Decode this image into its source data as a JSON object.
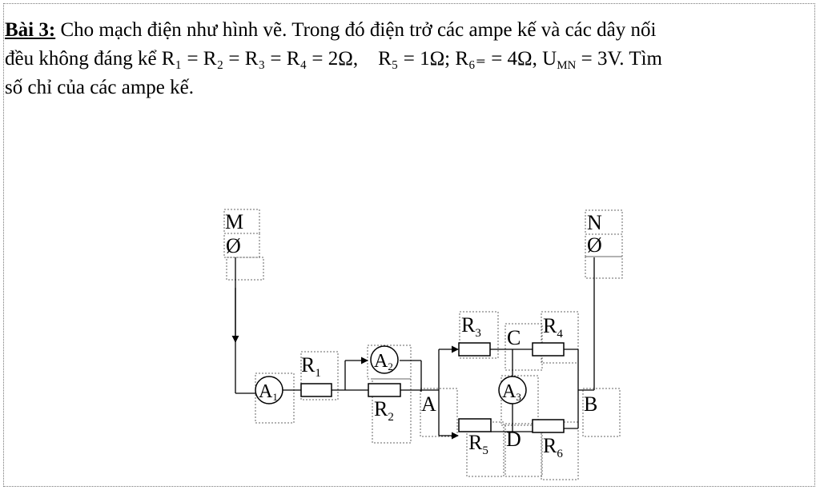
{
  "problem": {
    "title": "Bài 3:",
    "line1": " Cho mạch điện như hình vẽ. Trong đó điện trở các ampe kế và các dây nối",
    "line2_prefix": "đều không đáng kể ",
    "equal_resistors": "R₁ = R₂ = R₃ = R₄ = 2Ω,",
    "r5": "R₅ = 1Ω;",
    "r6": "R₆₌ = 4Ω,",
    "umn": "U",
    "umn_sub": "MN",
    "umn_value": " = 3V. Tìm",
    "line3": "số chỉ của các ampe kế."
  },
  "circuit": {
    "terminals": {
      "m": "M",
      "n": "N",
      "symbol": "Ø"
    },
    "nodes": {
      "a": "A",
      "b": "B",
      "c": "C",
      "d": "D"
    },
    "resistors": {
      "r1": "R",
      "r1_sub": "1",
      "r2": "R",
      "r2_sub": "2",
      "r3": "R",
      "r3_sub": "3",
      "r4": "R",
      "r4_sub": "4",
      "r5": "R",
      "r5_sub": "5",
      "r6": "R",
      "r6_sub": "6"
    },
    "ammeters": {
      "a1": "A",
      "a1_sub": "1",
      "a2": "A",
      "a2_sub": "2",
      "a3": "A",
      "a3_sub": "3"
    }
  }
}
